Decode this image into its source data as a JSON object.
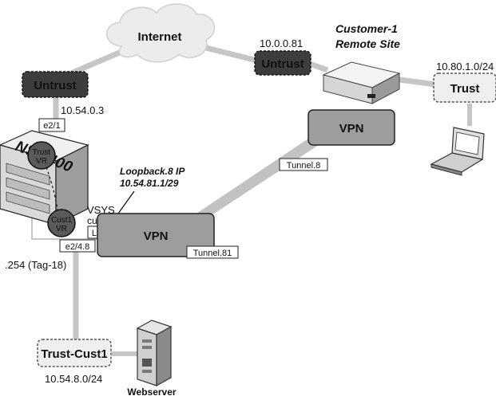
{
  "cloud": {
    "label": "Internet"
  },
  "zones": {
    "untrust_left": "Untrust",
    "untrust_right": "Untrust",
    "trust_right": "Trust",
    "trust_cust1": "Trust-Cust1"
  },
  "addresses": {
    "untrust_left_ip": "10.54.0.3",
    "untrust_right_ip": "10.0.0.81",
    "trust_subnet": "10.80.1.0/24",
    "trust_cust1_subnet": "10.54.8.0/24",
    "tag_label": ".254 (Tag-18)"
  },
  "remote_site": {
    "line1": "Customer-1",
    "line2": "Remote Site"
  },
  "device": {
    "model": "NS-5400",
    "trust_vr_line1": "Trust",
    "trust_vr_line2": "VR",
    "cust1_vr_line1": "Cust1",
    "cust1_vr_line2": "VR",
    "vsys_line1": "VSYS",
    "vsys_line2": "cust1"
  },
  "interfaces": {
    "e2_1": "e2/1",
    "e2_4_8": "e2/4.8",
    "l8": "L8",
    "tunnel_8": "Tunnel.8",
    "tunnel_81": "Tunnel.81"
  },
  "loopback": {
    "line1": "Loopback.8 IP",
    "line2": "10.54.81.1/29"
  },
  "vpn": {
    "left": "VPN",
    "right": "VPN"
  },
  "webserver": {
    "label": "Webserver"
  },
  "colors": {
    "line": "#c4c4c4",
    "zone_dark": "#3b3b3b",
    "zone_light": "#efefef",
    "vpn_fill": "#9c9c9c",
    "cloud": "#ebebeb"
  }
}
